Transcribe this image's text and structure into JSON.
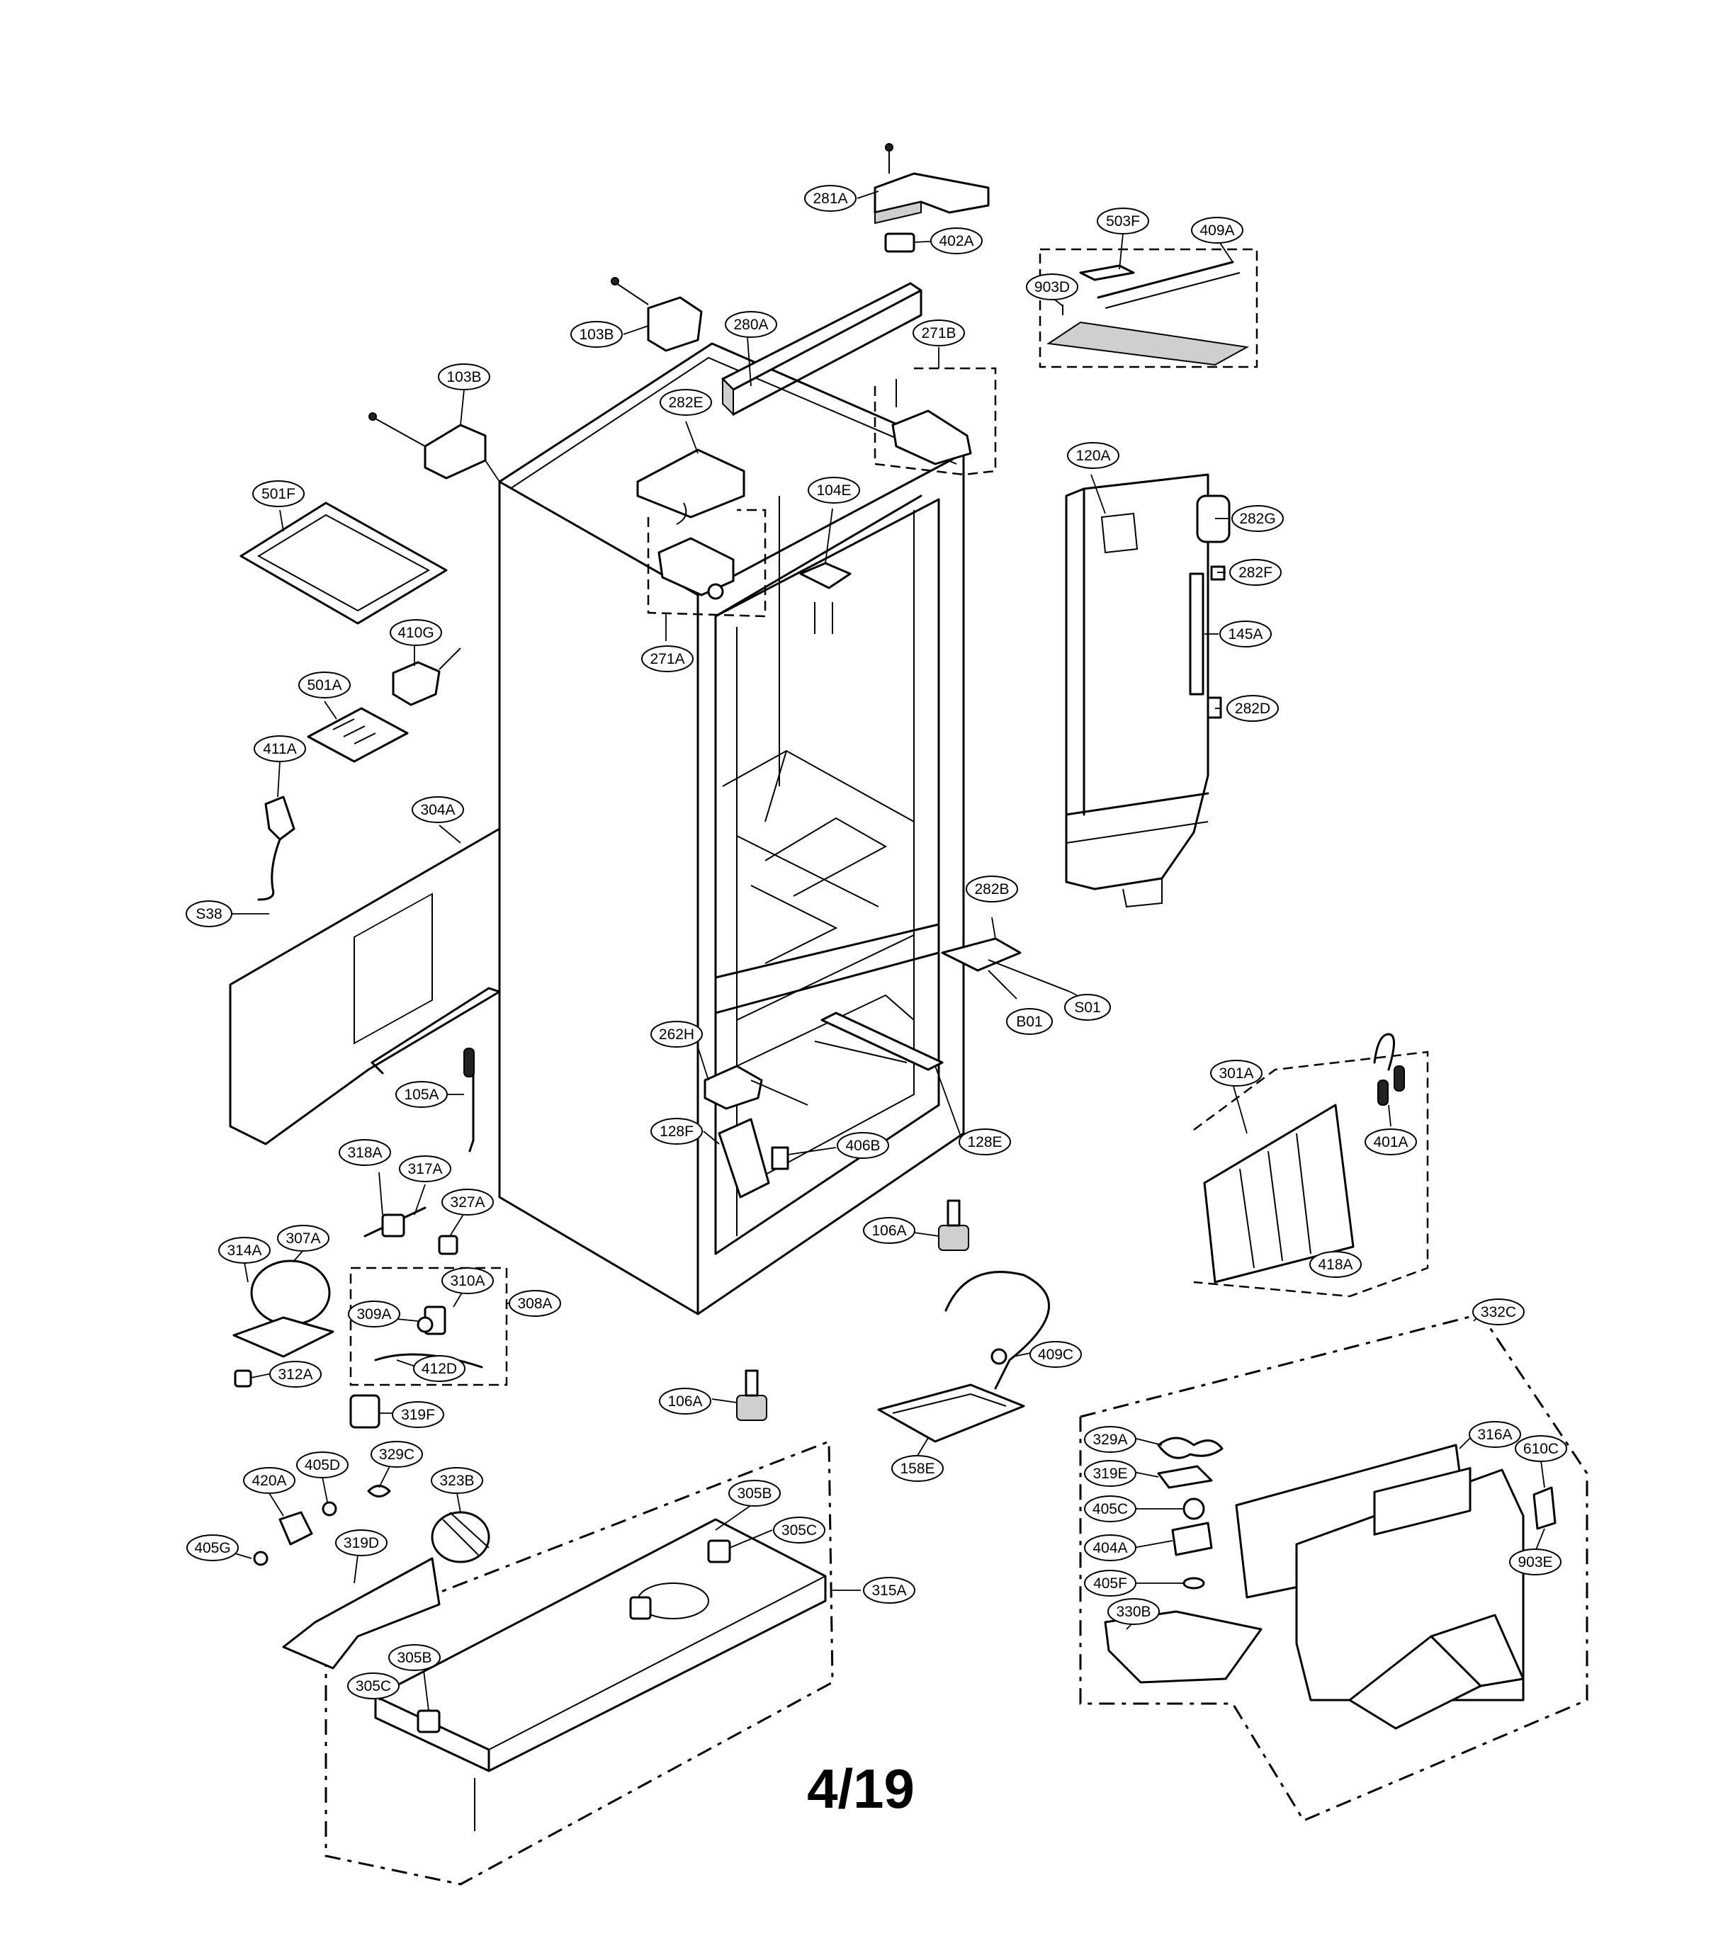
{
  "page_number": "4/19",
  "callouts": {
    "c281A": "281A",
    "c402A": "402A",
    "c503F": "503F",
    "c409A": "409A",
    "c903D": "903D",
    "c103B_top": "103B",
    "c280A": "280A",
    "c271B": "271B",
    "c103B_left": "103B",
    "c282E": "282E",
    "c120A": "120A",
    "c282G": "282G",
    "c501F": "501F",
    "c104E": "104E",
    "c282F": "282F",
    "c410G": "410G",
    "c145A": "145A",
    "c271A": "271A",
    "c501A": "501A",
    "c282D": "282D",
    "c411A": "411A",
    "c304A": "304A",
    "c282B": "282B",
    "cS38": "S38",
    "cB01": "B01",
    "cS01": "S01",
    "c262H": "262H",
    "c301A": "301A",
    "c105A": "105A",
    "c128F": "128F",
    "c406B": "406B",
    "c128E": "128E",
    "c401A": "401A",
    "c318A": "318A",
    "c317A": "317A",
    "c327A": "327A",
    "c106A_mid": "106A",
    "c314A": "314A",
    "c307A": "307A",
    "c310A": "310A",
    "c418A": "418A",
    "c309A": "309A",
    "c308A": "308A",
    "c332C": "332C",
    "c412D": "412D",
    "c409C": "409C",
    "c312A": "312A",
    "c319F": "319F",
    "c106A_low": "106A",
    "c158E": "158E",
    "c329A": "329A",
    "c316A": "316A",
    "c329C": "329C",
    "c405D": "405D",
    "c319E": "319E",
    "c610C": "610C",
    "c323B": "323B",
    "c420A": "420A",
    "c305B_top": "305B",
    "c405C": "405C",
    "c305C_top": "305C",
    "c903E": "903E",
    "c405G": "405G",
    "c319D": "319D",
    "c404A": "404A",
    "c315A": "315A",
    "c405F": "405F",
    "c330B": "330B",
    "c305B_bot": "305B",
    "c305C_bot": "305C"
  }
}
